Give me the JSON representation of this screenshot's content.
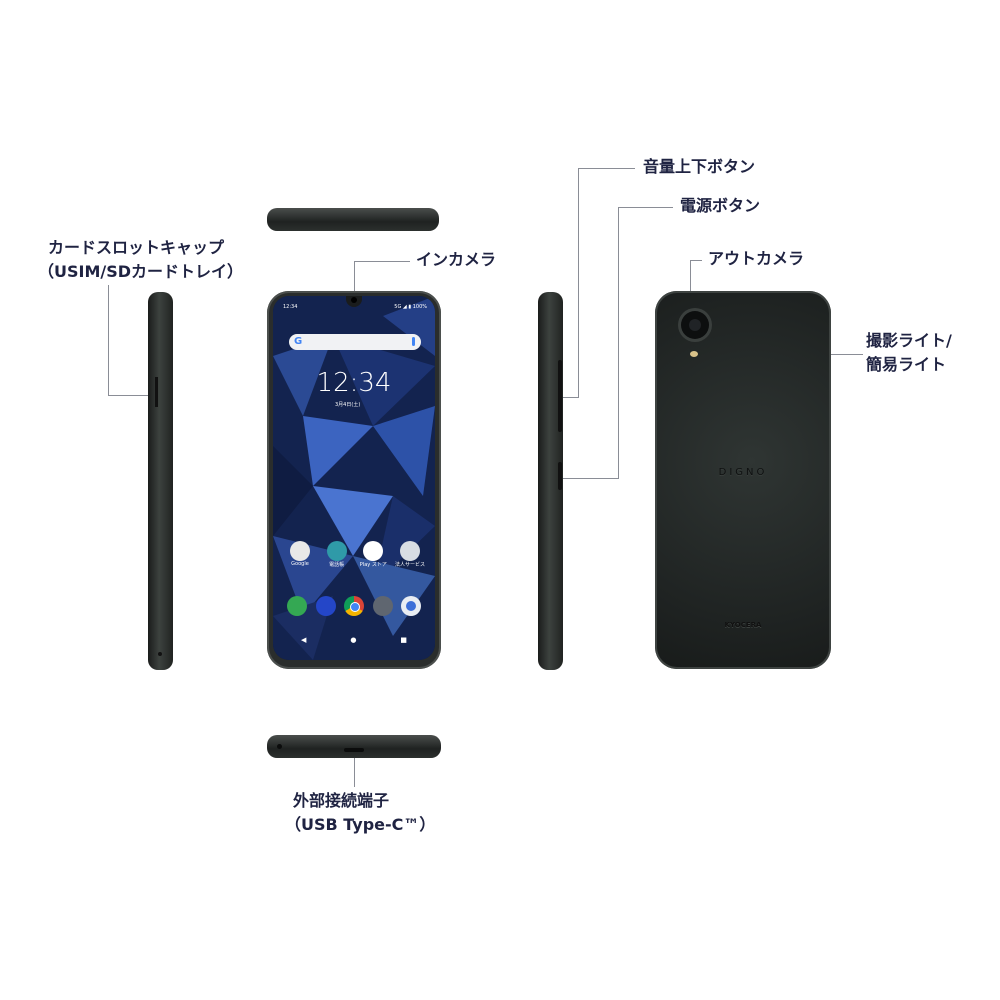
{
  "labels": {
    "card_slot_line1": "カードスロットキャップ",
    "card_slot_line2": "（USIM/SDカードトレイ）",
    "front_camera": "インカメラ",
    "volume_buttons": "音量上下ボタン",
    "power_button": "電源ボタン",
    "rear_camera": "アウトカメラ",
    "light_line1": "撮影ライト/",
    "light_line2": "簡易ライト",
    "port_line1": "外部接続端子",
    "port_line2": "（USB Type-C™）"
  },
  "screen": {
    "status_time": "12:34",
    "status_right": "5G ◢ ▮ 100%",
    "clock": "12:34",
    "date": "3月4日(土)",
    "apps": [
      {
        "label": "Google",
        "icon": "google-folder-icon",
        "color": "#e8e8e8"
      },
      {
        "label": "電話帳",
        "icon": "contacts-icon",
        "color": "#2f9aa8"
      },
      {
        "label": "Play ストア",
        "icon": "play-store-icon",
        "color": "#ffffff"
      },
      {
        "label": "法人サービス",
        "icon": "business-folder-icon",
        "color": "#d8dde3"
      }
    ],
    "dock": [
      {
        "icon": "phone-icon",
        "color": "#34a853"
      },
      {
        "icon": "messages-icon",
        "color": "#2446c8"
      },
      {
        "icon": "chrome-icon",
        "color": "#db4437"
      },
      {
        "icon": "camera-icon",
        "color": "#5f6670"
      },
      {
        "icon": "settings-icon",
        "color": "#e9edf3"
      }
    ],
    "nav": [
      "◀",
      "●",
      "■"
    ]
  },
  "back": {
    "brand": "DIGNO",
    "maker": "KYOCERA"
  },
  "colors": {
    "label_text": "#1f2342",
    "leader_line": "#8a8d96",
    "body": "#232726"
  }
}
